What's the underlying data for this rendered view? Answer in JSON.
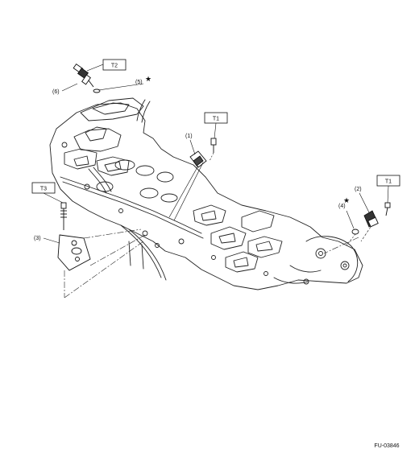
{
  "callouts": {
    "c1": "(1)",
    "c2": "(2)",
    "c3": "(3)",
    "c4": "(4)",
    "c5": "(5)",
    "c6": "(6)"
  },
  "torque_boxes": {
    "t1_mid": "T1",
    "t1_right": "T1",
    "t2": "T2",
    "t3": "T3"
  },
  "marks": {
    "star_5": "★",
    "star_4": "★"
  },
  "figure_id": "FU-03846"
}
